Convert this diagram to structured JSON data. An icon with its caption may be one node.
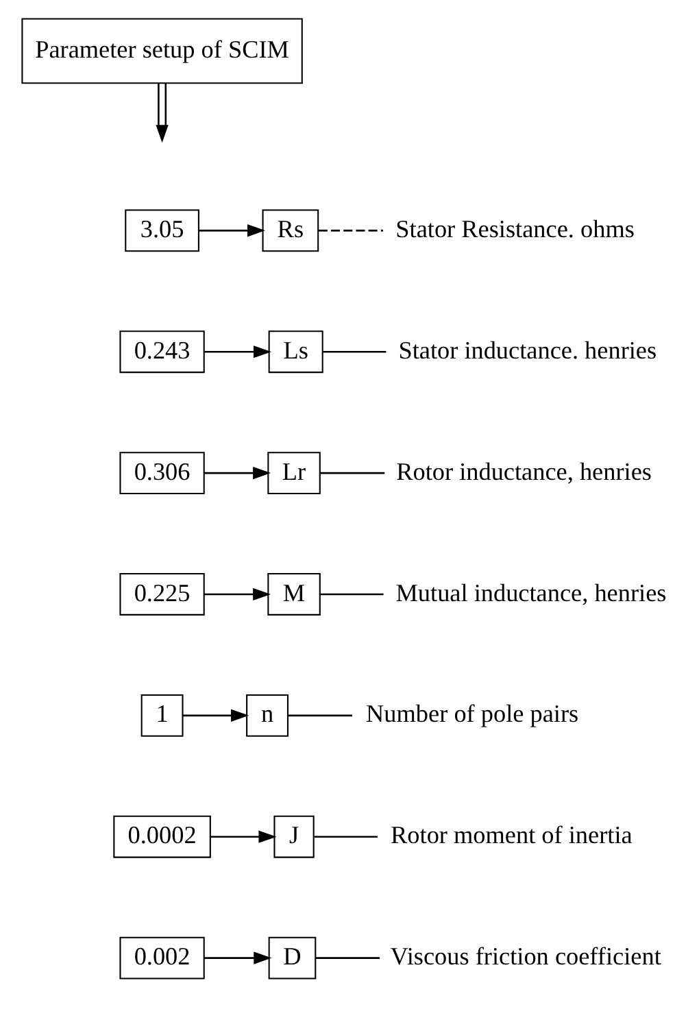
{
  "diagram": {
    "nodes": [
      {
        "text": [
          "Parameter setup of SCIM"
        ]
      },
      {
        "text": [
          "3.05"
        ]
      },
      {
        "text": [
          "Rs"
        ]
      },
      {
        "text": [
          "Stator Resistance. ohms"
        ]
      },
      {
        "text": [
          "0.243"
        ]
      },
      {
        "text": [
          "Ls"
        ]
      },
      {
        "text": [
          "Stator inductance. henries"
        ]
      },
      {
        "text": [
          "0.306"
        ]
      },
      {
        "text": [
          "Lr"
        ]
      },
      {
        "text": [
          "Rotor inductance, henries"
        ]
      },
      {
        "text": [
          "0.225"
        ]
      },
      {
        "text": [
          "M"
        ]
      },
      {
        "text": [
          "Mutual inductance, henries"
        ]
      },
      {
        "text": [
          "1"
        ]
      },
      {
        "text": [
          "n"
        ]
      },
      {
        "text": [
          "Number of pole pairs"
        ]
      },
      {
        "text": [
          "0.0002"
        ]
      },
      {
        "text": [
          "J"
        ]
      },
      {
        "text": [
          "Rotor moment of inertia"
        ]
      },
      {
        "text": [
          "0.002"
        ]
      },
      {
        "text": [
          "D"
        ]
      },
      {
        "text": [
          "Viscous friction coefficient"
        ]
      }
    ],
    "edges": [
      {
        "from": 0,
        "to": null,
        "arrow": "to"
      },
      {
        "from": 1,
        "to": 2,
        "arrow": "to"
      },
      {
        "from": 2,
        "to": 3,
        "arrow": "none",
        "style": "dashed"
      },
      {
        "from": 4,
        "to": 5,
        "arrow": "to"
      },
      {
        "from": 5,
        "to": 6,
        "arrow": "none"
      },
      {
        "from": 7,
        "to": 8,
        "arrow": "to"
      },
      {
        "from": 8,
        "to": 9,
        "arrow": "none"
      },
      {
        "from": 10,
        "to": 11,
        "arrow": "to"
      },
      {
        "from": 11,
        "to": 12,
        "arrow": "none"
      },
      {
        "from": 13,
        "to": 14,
        "arrow": "to"
      },
      {
        "from": 14,
        "to": 15,
        "arrow": "none"
      },
      {
        "from": 16,
        "to": 17,
        "arrow": "to"
      },
      {
        "from": 17,
        "to": 18,
        "arrow": "none"
      },
      {
        "from": 19,
        "to": 20,
        "arrow": "to"
      },
      {
        "from": 20,
        "to": 21,
        "arrow": "none"
      }
    ]
  }
}
